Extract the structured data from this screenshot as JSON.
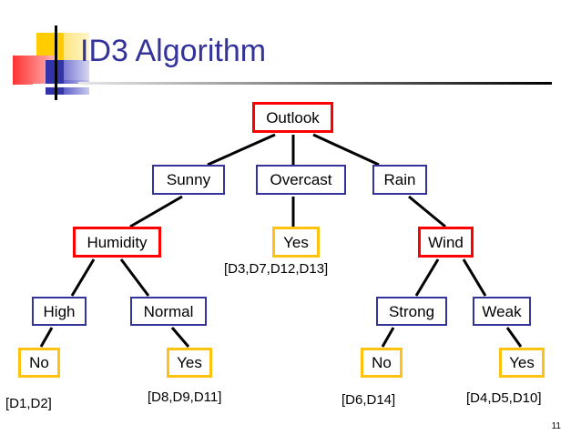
{
  "slide": {
    "title": "ID3 Algorithm",
    "page_number": "11",
    "colors": {
      "title": "#333399",
      "root_border": "#FF0000",
      "branch_border": "#333399",
      "leaf_border": "#FFC20E",
      "edge": "#000000",
      "logo_yellow": "#FFCC00",
      "logo_red": "#FF3333",
      "logo_blue": "#3333AA"
    }
  },
  "logo": {
    "name": "decorative-logo",
    "blocks": [
      "yellow-square",
      "light-yellow-square",
      "red-gradient-square",
      "blue-square",
      "blue-gradient-square",
      "black-vertical-line"
    ]
  },
  "tree": {
    "nodes": [
      {
        "id": "outlook",
        "label": "Outlook",
        "kind": "attribute",
        "style": "red",
        "row": 0
      },
      {
        "id": "sunny",
        "label": "Sunny",
        "kind": "value",
        "style": "blue",
        "row": 1
      },
      {
        "id": "overcast",
        "label": "Overcast",
        "kind": "value",
        "style": "blue",
        "row": 1
      },
      {
        "id": "rain",
        "label": "Rain",
        "kind": "value",
        "style": "blue",
        "row": 1
      },
      {
        "id": "humidity",
        "label": "Humidity",
        "kind": "attribute",
        "style": "red",
        "row": 2
      },
      {
        "id": "yes-mid",
        "label": "Yes",
        "kind": "leaf",
        "style": "gold",
        "row": 2
      },
      {
        "id": "wind",
        "label": "Wind",
        "kind": "attribute",
        "style": "red",
        "row": 2
      },
      {
        "id": "high",
        "label": "High",
        "kind": "value",
        "style": "blue",
        "row": 3
      },
      {
        "id": "normal",
        "label": "Normal",
        "kind": "value",
        "style": "blue",
        "row": 3
      },
      {
        "id": "strong",
        "label": "Strong",
        "kind": "value",
        "style": "blue",
        "row": 3
      },
      {
        "id": "weak",
        "label": "Weak",
        "kind": "value",
        "style": "blue",
        "row": 3
      },
      {
        "id": "no-left",
        "label": "No",
        "kind": "leaf",
        "style": "gold",
        "row": 4
      },
      {
        "id": "yes-left",
        "label": "Yes",
        "kind": "leaf",
        "style": "gold",
        "row": 4
      },
      {
        "id": "no-right",
        "label": "No",
        "kind": "leaf",
        "style": "gold",
        "row": 4
      },
      {
        "id": "yes-right",
        "label": "Yes",
        "kind": "leaf",
        "style": "gold",
        "row": 4
      }
    ],
    "edges": [
      [
        "outlook",
        "sunny"
      ],
      [
        "outlook",
        "overcast"
      ],
      [
        "outlook",
        "rain"
      ],
      [
        "sunny",
        "humidity"
      ],
      [
        "overcast",
        "yes-mid"
      ],
      [
        "rain",
        "wind"
      ],
      [
        "humidity",
        "high"
      ],
      [
        "humidity",
        "normal"
      ],
      [
        "wind",
        "strong"
      ],
      [
        "wind",
        "weak"
      ],
      [
        "high",
        "no-left"
      ],
      [
        "normal",
        "yes-left"
      ],
      [
        "strong",
        "no-right"
      ],
      [
        "weak",
        "yes-right"
      ]
    ],
    "data_labels": [
      {
        "id": "ds-overcast",
        "text": "[D3,D7,D12,D13]",
        "for": "yes-mid"
      },
      {
        "id": "ds-no-left",
        "text": "[D1,D2]",
        "for": "no-left"
      },
      {
        "id": "ds-yes-left",
        "text": "[D8,D9,D11]",
        "for": "yes-left"
      },
      {
        "id": "ds-no-right",
        "text": "[D6,D14]",
        "for": "no-right"
      },
      {
        "id": "ds-yes-right",
        "text": "[D4,D5,D10]",
        "for": "yes-right"
      }
    ]
  }
}
